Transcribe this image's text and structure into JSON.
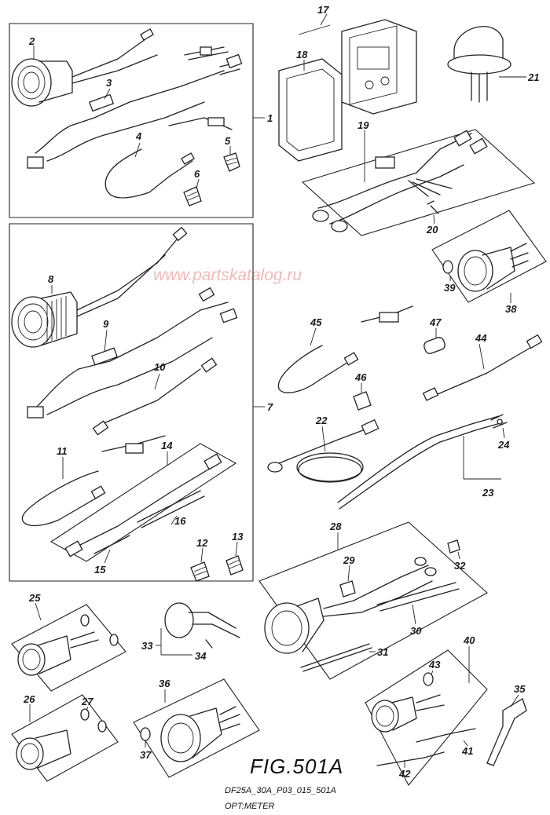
{
  "figure": {
    "title": "FIG.501A",
    "code": "DF25A_30A_P03_015_501A",
    "caption": "OPT:METER"
  },
  "watermark": "www.partskatalog.ru",
  "callouts": [
    "1",
    "2",
    "3",
    "4",
    "5",
    "6",
    "7",
    "8",
    "9",
    "10",
    "11",
    "12",
    "13",
    "14",
    "15",
    "16",
    "17",
    "18",
    "19",
    "20",
    "21",
    "22",
    "23",
    "24",
    "25",
    "26",
    "27",
    "28",
    "29",
    "30",
    "31",
    "32",
    "33",
    "34",
    "35",
    "36",
    "37",
    "38",
    "39",
    "40",
    "41",
    "42",
    "43",
    "44",
    "45",
    "46",
    "47"
  ],
  "colors": {
    "line": "#222222",
    "watermark": "#f1b9b9",
    "background": "#ffffff"
  }
}
